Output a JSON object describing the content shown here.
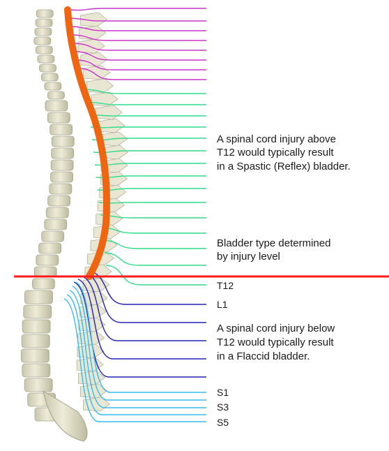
{
  "annotations": {
    "above": [
      "A spinal cord injury above",
      "T12 would typically result",
      "in a Spastic (Reflex) bladder."
    ],
    "middle": [
      "Bladder type determined",
      "by injury level"
    ],
    "below": [
      "A spinal cord injury below",
      "T12 would typically result",
      "in a Flaccid bladder."
    ]
  },
  "levels": {
    "t12": "T12",
    "l1": "L1",
    "s1": "S1",
    "s3": "S3",
    "s5": "S5"
  },
  "colors": {
    "cervical_nerves": "#cc33cc",
    "thoracic_nerves": "#33dd88",
    "lumbar_nerves": "#2222bb",
    "sacral_nerves": "#33bbee",
    "spinal_cord": "#ee6611",
    "divider": "#ff1a1a",
    "bone": "#e8e6cf"
  }
}
